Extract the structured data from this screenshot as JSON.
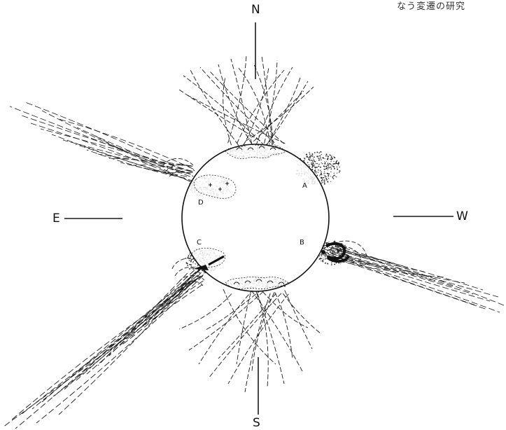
{
  "header_text": "なう変遷の研究",
  "directions": {
    "north": "N",
    "south": "S",
    "east": "E",
    "west": "W"
  },
  "regions": {
    "a": "A",
    "b": "B",
    "c": "C",
    "d": "D"
  }
}
